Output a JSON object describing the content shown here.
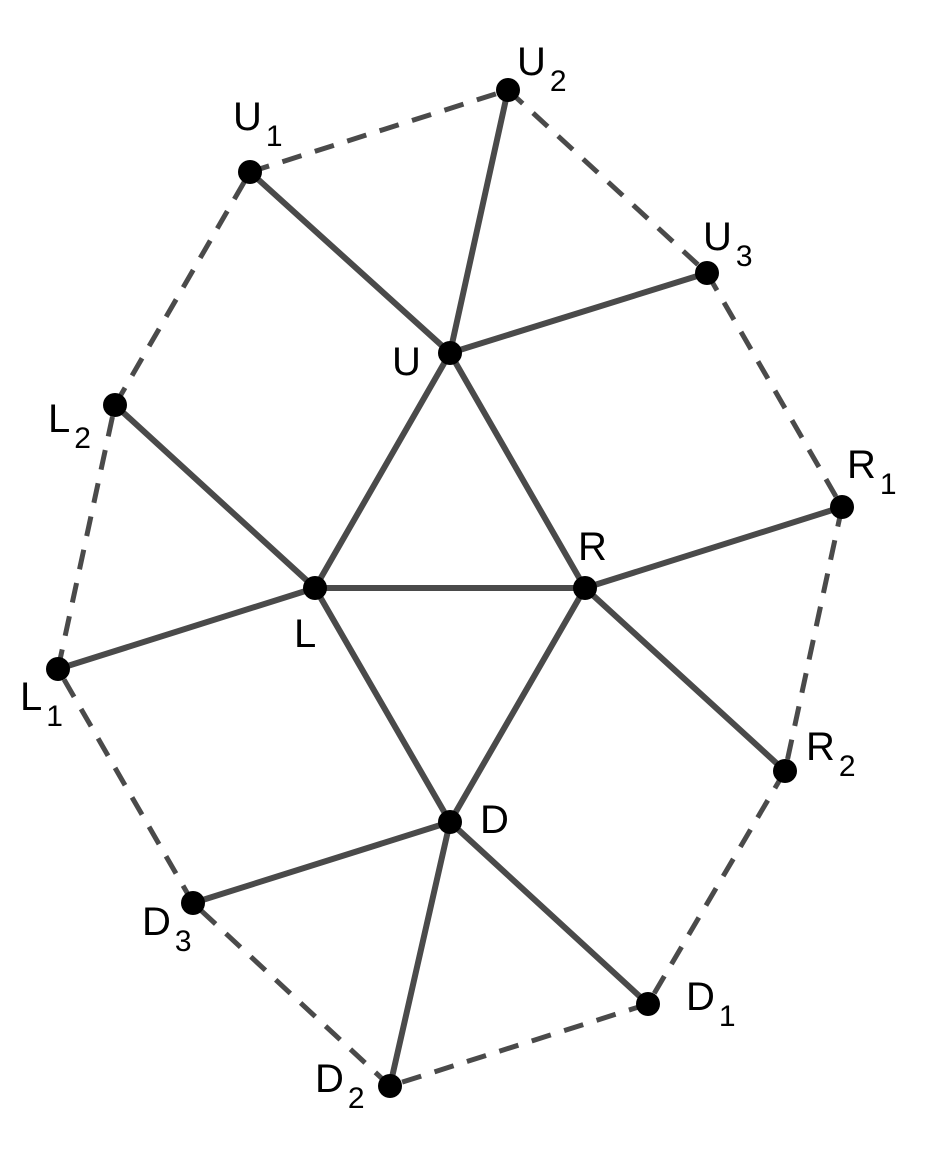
{
  "diagram": {
    "nodes": [
      {
        "id": "U",
        "letter": "U",
        "sub": ""
      },
      {
        "id": "L",
        "letter": "L",
        "sub": ""
      },
      {
        "id": "R",
        "letter": "R",
        "sub": ""
      },
      {
        "id": "D",
        "letter": "D",
        "sub": ""
      },
      {
        "id": "U1",
        "letter": "U",
        "sub": "1"
      },
      {
        "id": "U2",
        "letter": "U",
        "sub": "2"
      },
      {
        "id": "U3",
        "letter": "U",
        "sub": "3"
      },
      {
        "id": "R1",
        "letter": "R",
        "sub": "1"
      },
      {
        "id": "R2",
        "letter": "R",
        "sub": "2"
      },
      {
        "id": "D1",
        "letter": "D",
        "sub": "1"
      },
      {
        "id": "D2",
        "letter": "D",
        "sub": "2"
      },
      {
        "id": "D3",
        "letter": "D",
        "sub": "3"
      },
      {
        "id": "L1",
        "letter": "L",
        "sub": "1"
      },
      {
        "id": "L2",
        "letter": "L",
        "sub": "2"
      }
    ],
    "solid_edges": [
      [
        "U",
        "L"
      ],
      [
        "U",
        "R"
      ],
      [
        "L",
        "R"
      ],
      [
        "L",
        "D"
      ],
      [
        "R",
        "D"
      ],
      [
        "U",
        "U1"
      ],
      [
        "U",
        "U2"
      ],
      [
        "U",
        "U3"
      ],
      [
        "R",
        "R1"
      ],
      [
        "R",
        "R2"
      ],
      [
        "D",
        "D1"
      ],
      [
        "D",
        "D2"
      ],
      [
        "D",
        "D3"
      ],
      [
        "L",
        "L1"
      ],
      [
        "L",
        "L2"
      ]
    ],
    "dashed_edges": [
      [
        "U1",
        "U2"
      ],
      [
        "U2",
        "U3"
      ],
      [
        "U3",
        "R1"
      ],
      [
        "R1",
        "R2"
      ],
      [
        "R2",
        "D1"
      ],
      [
        "D1",
        "D2"
      ],
      [
        "D2",
        "D3"
      ],
      [
        "D3",
        "L1"
      ],
      [
        "L1",
        "L2"
      ],
      [
        "L2",
        "U1"
      ]
    ],
    "colors": {
      "edge": "#4a4a4a",
      "node": "#000000",
      "label": "#000000"
    }
  }
}
